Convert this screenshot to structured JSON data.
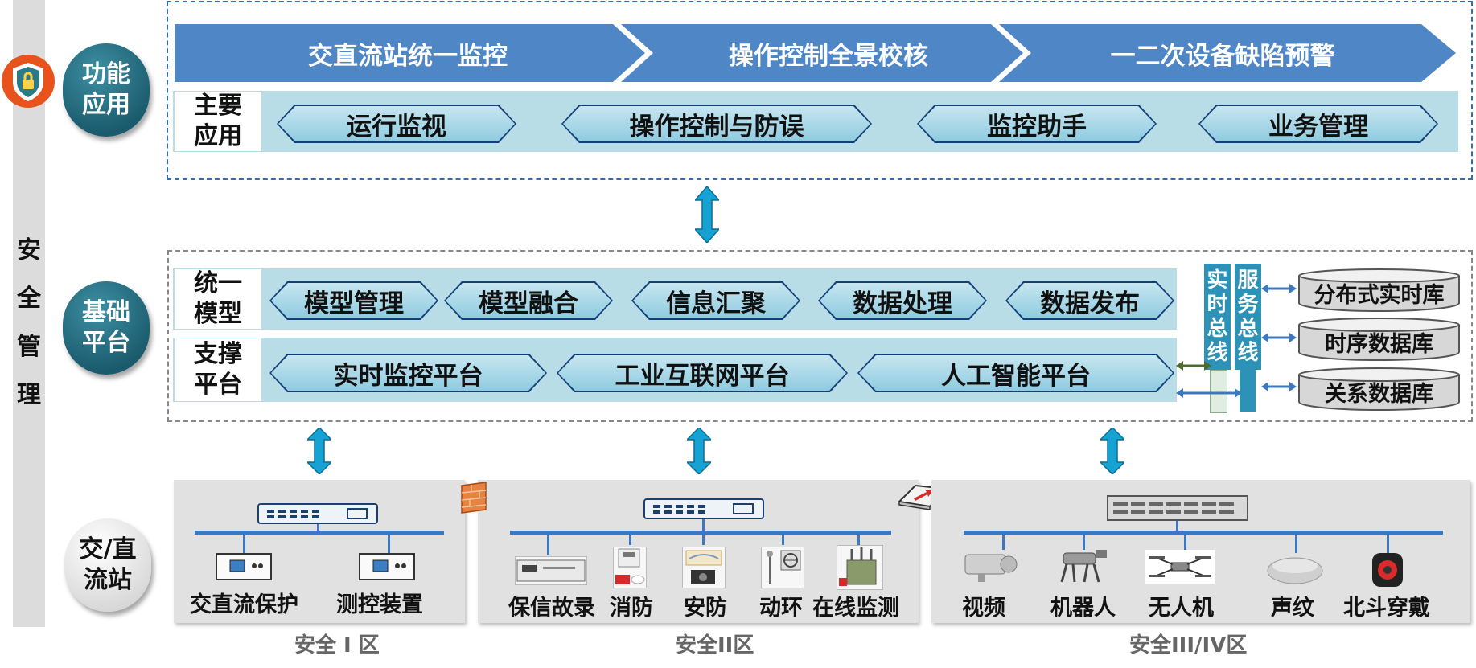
{
  "left_bar": {
    "label_chars": [
      "安",
      "全",
      "管",
      "理"
    ]
  },
  "tags": {
    "function": "功能\n应用",
    "base": "基础\n平台",
    "station": "交/直\n流站"
  },
  "function_section": {
    "chevrons": [
      "交直流站统一监控",
      "操作控制全景校核",
      "一二次设备缺陷预警"
    ],
    "side_label": "主要\n应用",
    "apps": [
      "运行监视",
      "操作控制与防误",
      "监控助手",
      "业务管理"
    ]
  },
  "base_section": {
    "model_label": "统一\n模型",
    "model_items": [
      "模型管理",
      "模型融合",
      "信息汇聚",
      "数据处理",
      "数据发布"
    ],
    "support_label": "支撑\n平台",
    "support_items": [
      "实时监控平台",
      "工业互联网平台",
      "人工智能平台"
    ],
    "buses": [
      "实时总线",
      "服务总线"
    ],
    "databases": [
      "分布式实时库",
      "时序数据库",
      "关系数据库"
    ]
  },
  "zones": [
    {
      "name": "安全 I 区",
      "devices": [
        "交直流保护",
        "测控装置"
      ]
    },
    {
      "name": "安全II区",
      "devices": [
        "保信故录",
        "消防",
        "安防",
        "动环",
        "在线监测"
      ]
    },
    {
      "name": "安全III/IV区",
      "devices": [
        "视频",
        "机器人",
        "无人机",
        "声纹",
        "北斗穿戴"
      ]
    }
  ],
  "colors": {
    "chevron": "#4f86c6",
    "panel": "#b9dde7",
    "bus": "#2c92b8",
    "arrow": "#16a3d3",
    "tag": "#1f6678"
  }
}
